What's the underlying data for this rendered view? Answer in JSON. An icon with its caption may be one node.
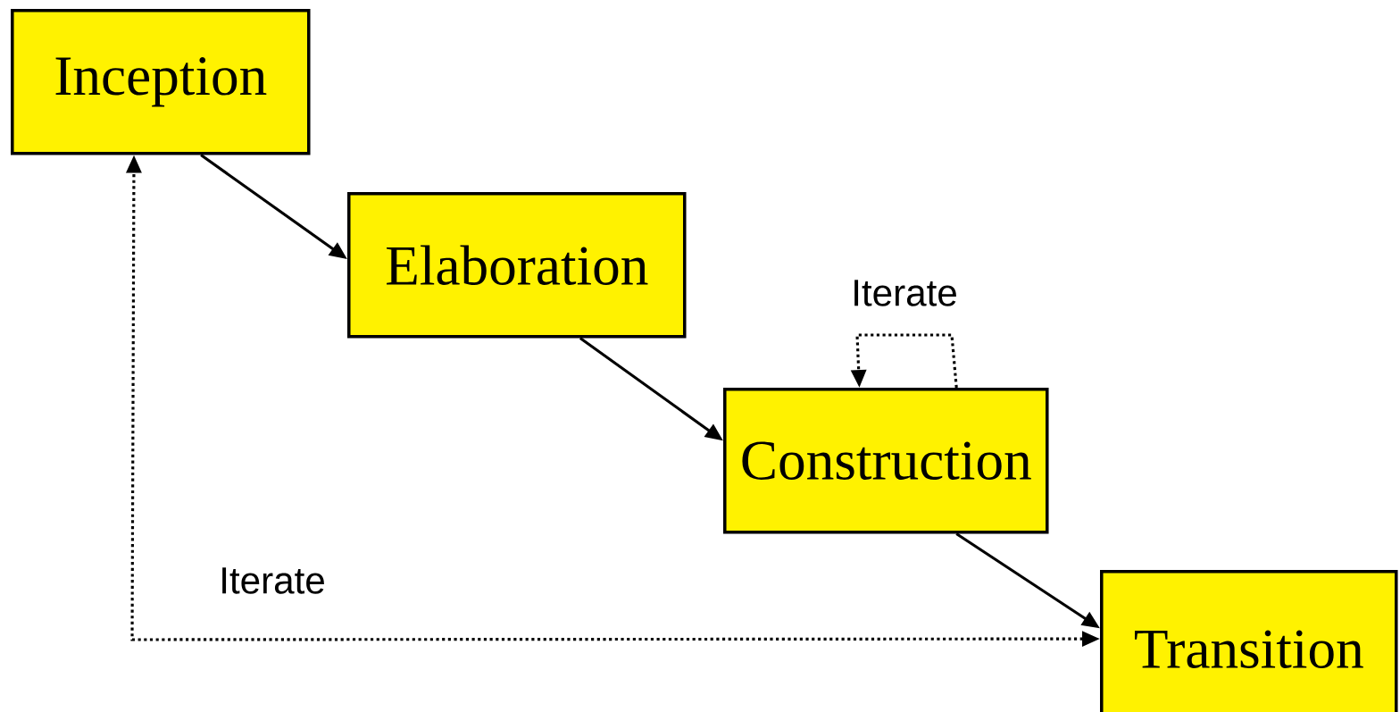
{
  "diagram": {
    "nodes": [
      {
        "text": [
          "Inception"
        ]
      },
      {
        "text": [
          "Elaboration"
        ]
      },
      {
        "text": [
          "Construction"
        ]
      },
      {
        "text": [
          "Transition"
        ]
      }
    ],
    "edges": [
      {
        "from": 0,
        "to": 1,
        "arrow": "to"
      },
      {
        "from": 1,
        "to": 2,
        "arrow": "to"
      },
      {
        "from": 2,
        "to": 3,
        "arrow": "to"
      },
      {
        "from": 3,
        "to": 0,
        "arrow": "both",
        "style": "dashed",
        "label": "Iterate"
      },
      {
        "from": 2,
        "to": 2,
        "arrow": "to",
        "style": "dashed",
        "label": "Iterate"
      }
    ]
  }
}
